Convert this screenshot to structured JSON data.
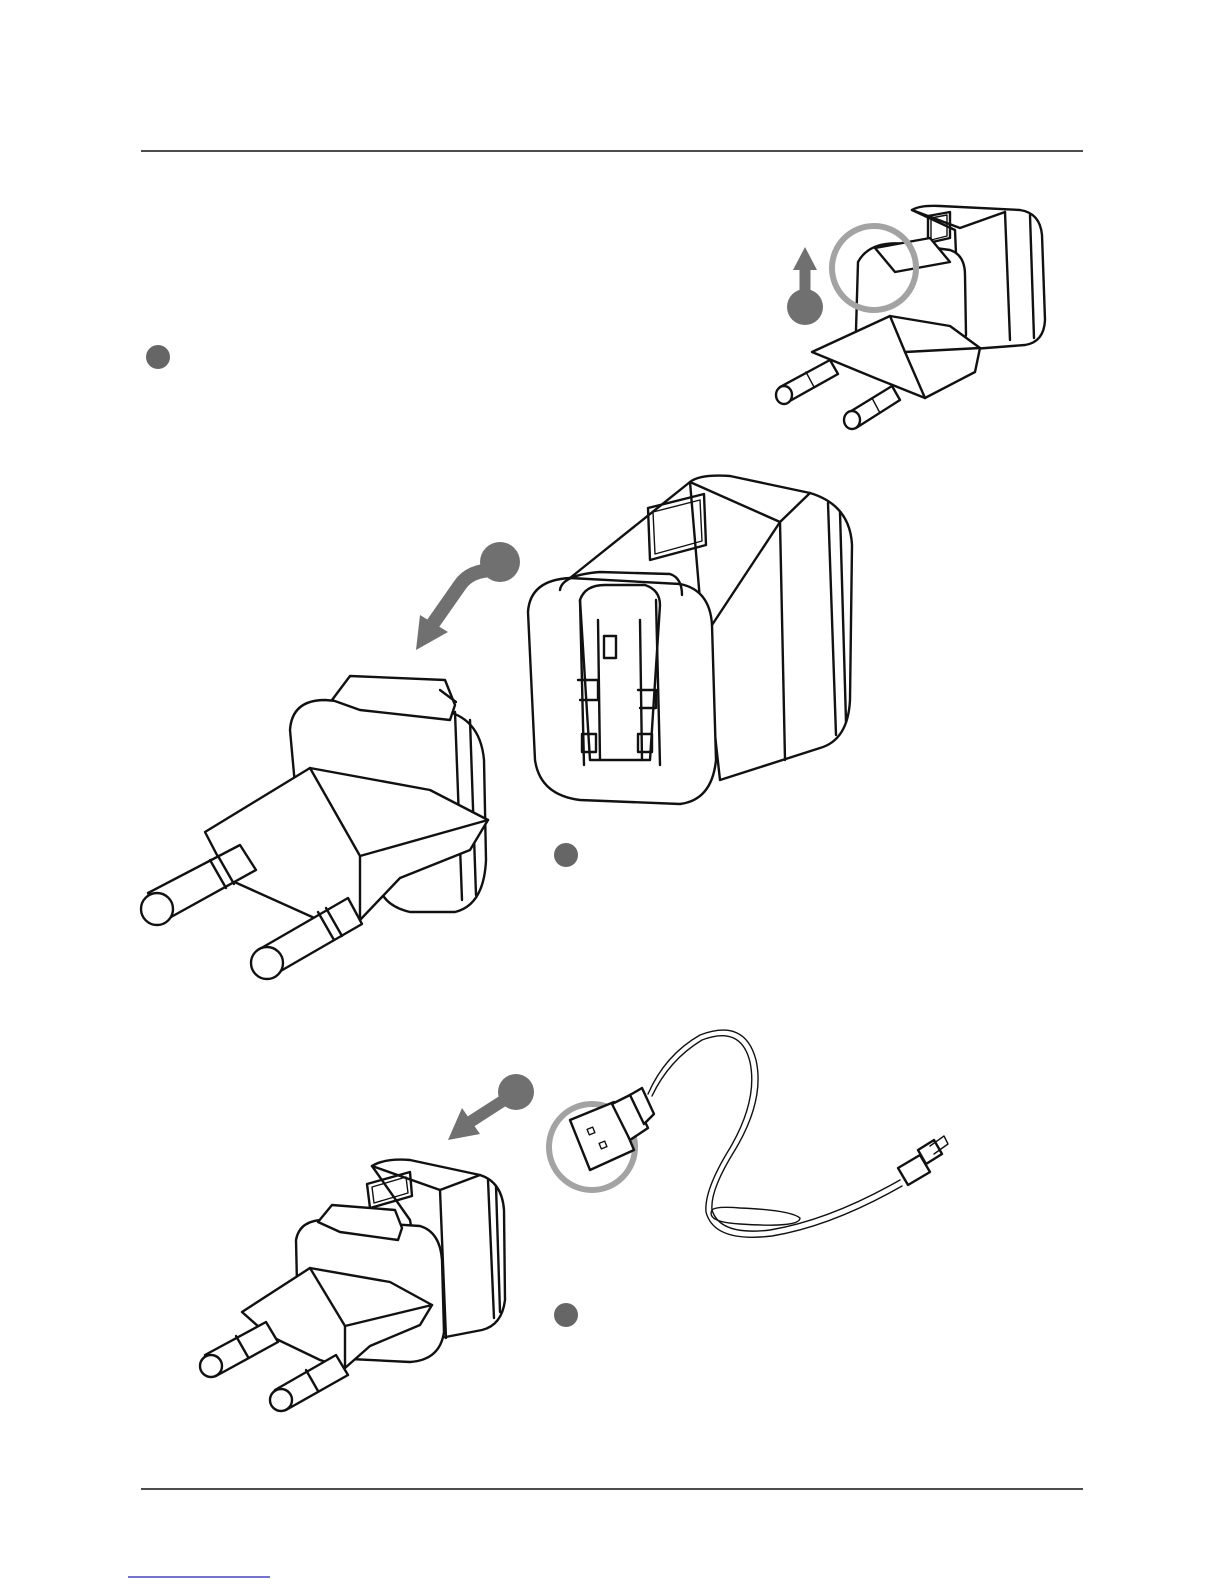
{
  "colors": {
    "ink": "#111111",
    "badge": "#666666",
    "arrow": "#707070",
    "highlight_ring": "#a3a3a3",
    "footer_link": "#2222aa"
  },
  "steps": [
    {
      "id": "detach-plug",
      "badge_icon": "step-dot-icon",
      "arrow_icon": "arrow-up-icon"
    },
    {
      "id": "remove-plug",
      "badge_icon": "step-dot-icon",
      "arrow_icon": "arrow-curved-down-left-icon"
    },
    {
      "id": "connect-usb",
      "badge_icon": "step-dot-icon",
      "arrow_icon": "arrow-down-left-icon"
    }
  ],
  "footer": {
    "link_text": ""
  }
}
